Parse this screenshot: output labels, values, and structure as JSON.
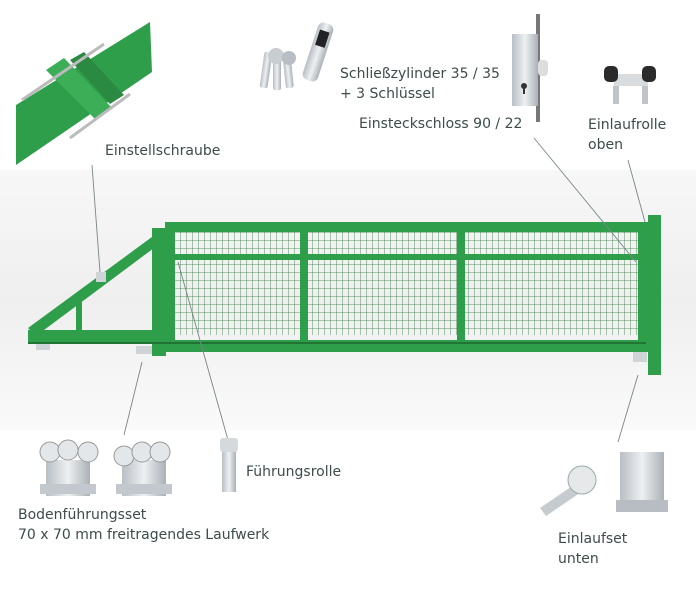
{
  "labels": {
    "adjust_screw": "Einstellschraube",
    "cylinder_line1": "Schließzylinder 35 / 35",
    "cylinder_line2": "+  3 Schlüssel",
    "mortise_lock": "Einsteckschloss 90 / 22",
    "top_roller_line1": "Einlaufrolle",
    "top_roller_line2": "oben",
    "guide_roller": "Führungsrolle",
    "ground_set_line1": "Bodenführungsset",
    "ground_set_line2": "70 x 70 mm freitragendes Laufwerk",
    "bottom_set_line1": "Einlaufset",
    "bottom_set_line2": "unten"
  },
  "colors": {
    "gate_green": "#2e9e4a",
    "text": "#3d4b4b",
    "leader": "#7a8585"
  }
}
